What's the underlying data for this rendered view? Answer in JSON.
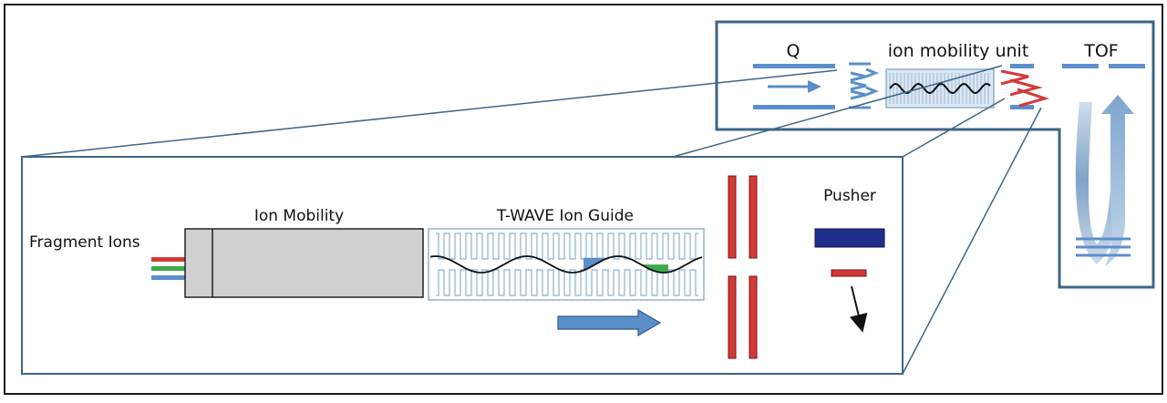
{
  "labels": {
    "q": "Q",
    "ion_mobility_unit": "ion mobility unit",
    "tof": "TOF",
    "fragment_ions": "Fragment Ions",
    "ion_mobility": "Ion Mobility",
    "twave_ion_guide": "T-WAVE Ion Guide",
    "pusher": "Pusher"
  },
  "colors": {
    "frame": "#3f6584",
    "guide": "#8fb0cc",
    "accent_blue": "#5b8fcc",
    "red": "#d23a3a",
    "green": "#3caa48",
    "dark_blue": "#1f2e8a",
    "grey_box": "#d0d0d0"
  }
}
